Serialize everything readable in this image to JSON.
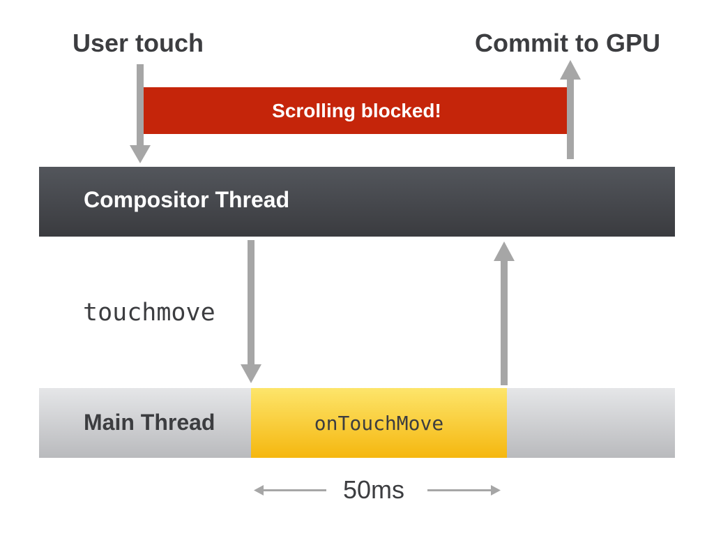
{
  "labels": {
    "user_touch": "User touch",
    "commit_gpu": "Commit to GPU",
    "scrolling_blocked": "Scrolling blocked!",
    "compositor_thread": "Compositor Thread",
    "touchmove": "touchmove",
    "main_thread": "Main Thread",
    "handler": "onTouchMove",
    "duration": "50ms"
  },
  "colors": {
    "blocked_bar": "#c5250a",
    "compositor_bar": "#45474c",
    "main_bar": "#d0d1d3",
    "handler_block": "#f9c933",
    "arrow": "#a6a6a6",
    "text_dark": "#3c3d40"
  }
}
